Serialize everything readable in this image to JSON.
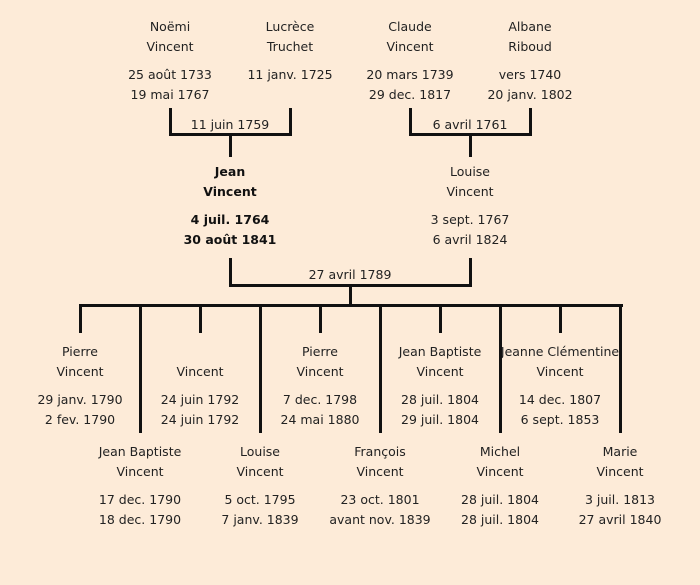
{
  "grandparents": [
    {
      "first": "Noëmi",
      "last": "Vincent",
      "birth": "25 août 1733",
      "death": "19 mai 1767"
    },
    {
      "first": "Lucrèce",
      "last": "Truchet",
      "birth": "11 janv. 1725",
      "death": ""
    },
    {
      "first": "Claude",
      "last": "Vincent",
      "birth": "20 mars 1739",
      "death": "29 dec. 1817"
    },
    {
      "first": "Albane",
      "last": "Riboud",
      "birth": "vers 1740",
      "death": "20 janv. 1802"
    }
  ],
  "marriages": {
    "left": "11 juin 1759",
    "right": "6 avril 1761",
    "center": "27 avril 1789"
  },
  "parents": [
    {
      "first": "Jean",
      "last": "Vincent",
      "birth": "4 juil. 1764",
      "death": "30 août 1841",
      "highlight": true
    },
    {
      "first": "Louise",
      "last": "Vincent",
      "birth": "3 sept. 1767",
      "death": "6 avril 1824"
    }
  ],
  "children": [
    {
      "first": "Pierre",
      "last": "Vincent",
      "birth": "29 janv. 1790",
      "death": "2 fev. 1790"
    },
    {
      "first": "Jean Baptiste",
      "last": "Vincent",
      "birth": "17 dec. 1790",
      "death": "18 dec. 1790"
    },
    {
      "first": "",
      "last": "Vincent",
      "birth": "24 juin 1792",
      "death": "24 juin 1792"
    },
    {
      "first": "Louise",
      "last": "Vincent",
      "birth": "5 oct. 1795",
      "death": "7 janv. 1839"
    },
    {
      "first": "Pierre",
      "last": "Vincent",
      "birth": "7 dec. 1798",
      "death": "24 mai 1880"
    },
    {
      "first": "François",
      "last": "Vincent",
      "birth": "23 oct. 1801",
      "death": "avant nov. 1839"
    },
    {
      "first": "Jean Baptiste",
      "last": "Vincent",
      "birth": "28 juil. 1804",
      "death": "29 juil. 1804"
    },
    {
      "first": "Michel",
      "last": "Vincent",
      "birth": "28 juil. 1804",
      "death": "28 juil. 1804"
    },
    {
      "first": "Jeanne Clémentine",
      "last": "Vincent",
      "birth": "14 dec. 1807",
      "death": "6 sept. 1853"
    },
    {
      "first": "Marie",
      "last": "Vincent",
      "birth": "3 juil. 1813",
      "death": "27 avril 1840"
    }
  ]
}
